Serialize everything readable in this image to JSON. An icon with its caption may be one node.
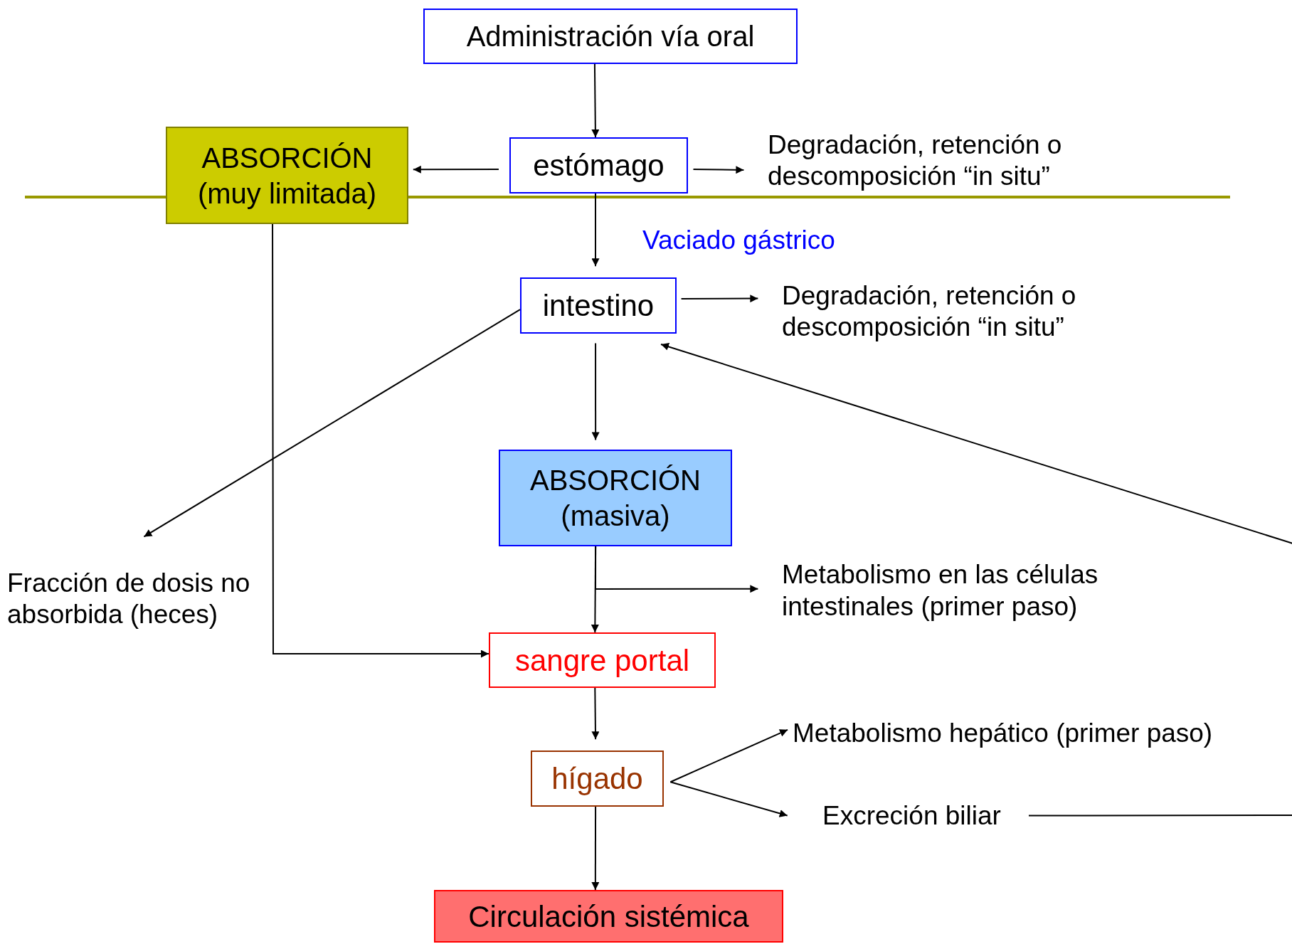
{
  "diagram": {
    "nodes": [
      {
        "text": [
          "Administración vía oral"
        ]
      },
      {
        "text": [
          "ABSORCIÓN (muy limitada)"
        ]
      },
      {
        "text": [
          "estómago"
        ]
      },
      {
        "text": [
          "Degradación, retención o descomposición “in situ”"
        ]
      },
      {
        "text": [
          "intestino"
        ]
      },
      {
        "text": [
          "Degradación, retención o descomposición “in situ”"
        ]
      },
      {
        "text": [
          "ABSORCIÓN (masiva)"
        ]
      },
      {
        "text": [
          "Fracción de dosis no absorbida (heces)"
        ]
      },
      {
        "text": [
          "Metabolismo en las células intestinales (primer paso)"
        ]
      },
      {
        "text": [
          "sangre portal"
        ]
      },
      {
        "text": [
          "hígado"
        ]
      },
      {
        "text": [
          "Metabolismo hepático (primer paso)"
        ]
      },
      {
        "text": [
          "Excreción biliar"
        ]
      },
      {
        "text": [
          "Circulación sistémica"
        ]
      }
    ],
    "edges": [
      {
        "from": 0,
        "to": 2,
        "arrow": "to"
      },
      {
        "from": 2,
        "to": 1,
        "arrow": "to"
      },
      {
        "from": 2,
        "to": 3,
        "arrow": "to"
      },
      {
        "from": 2,
        "to": 4,
        "arrow": "to",
        "label": "Vaciado gástrico"
      },
      {
        "from": 4,
        "to": 5,
        "arrow": "to"
      },
      {
        "from": 4,
        "to": 7,
        "arrow": "to"
      },
      {
        "from": 4,
        "to": 6,
        "arrow": "to"
      },
      {
        "from": 6,
        "to": 9,
        "arrow": "to"
      },
      {
        "from": 6,
        "to": 8,
        "arrow": "to"
      },
      {
        "from": 1,
        "to": 9,
        "arrow": "to"
      },
      {
        "from": 9,
        "to": 10,
        "arrow": "to"
      },
      {
        "from": 10,
        "to": 11,
        "arrow": "to"
      },
      {
        "from": 10,
        "to": 12,
        "arrow": "to"
      },
      {
        "from": 10,
        "to": 13,
        "arrow": "to"
      },
      {
        "from": 12,
        "to": 4,
        "arrow": "to"
      }
    ]
  }
}
